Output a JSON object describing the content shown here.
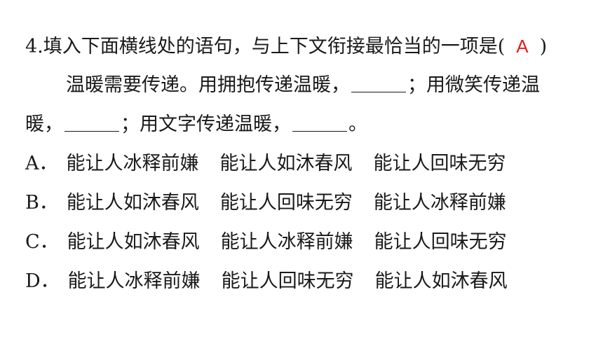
{
  "question": {
    "prompt": "4.填入下面横线处的语句，与上下文衔接最恰当的一项是(",
    "answer": "A",
    "close_paren": ")"
  },
  "passage": {
    "line1_part1": "温暖需要传递。用拥抱传递温暖，",
    "line1_part2": "；用微笑传递温",
    "line2_part1": "暖，",
    "line2_part2": "；用文字传递温暖，",
    "line2_part3": "。"
  },
  "options": [
    {
      "letter": "A．",
      "choices": [
        "能让人冰释前嫌",
        "能让人如沐春风",
        "能让人回味无穷"
      ]
    },
    {
      "letter": "B．",
      "choices": [
        "能让人如沐春风",
        "能让人回味无穷",
        "能让人冰释前嫌"
      ]
    },
    {
      "letter": "C．",
      "choices": [
        "能让人如沐春风",
        "能让人冰释前嫌",
        "能让人回味无穷"
      ]
    },
    {
      "letter": "D．",
      "choices": [
        "能让人冰释前嫌",
        "能让人回味无穷",
        "能让人如沐春风"
      ]
    }
  ],
  "colors": {
    "answer": "#e0201c",
    "text": "#1a1a1a"
  }
}
